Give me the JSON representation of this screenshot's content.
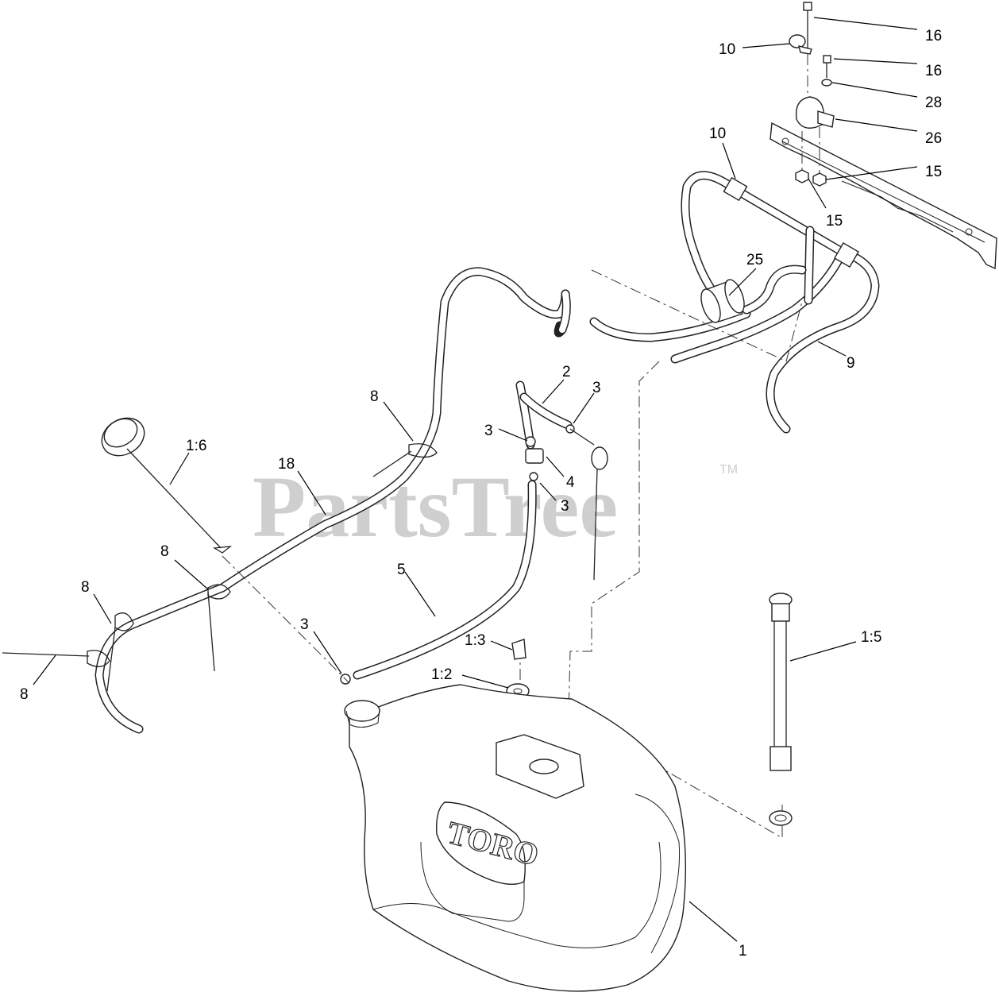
{
  "watermark": {
    "text": "PartsTree",
    "trademark": "TM"
  },
  "tank_logo": "TORO",
  "callouts": [
    {
      "id": "c16a",
      "text": "16"
    },
    {
      "id": "c10a",
      "text": "10"
    },
    {
      "id": "c16b",
      "text": "16"
    },
    {
      "id": "c28",
      "text": "28"
    },
    {
      "id": "c26",
      "text": "26"
    },
    {
      "id": "c10b",
      "text": "10"
    },
    {
      "id": "c15a",
      "text": "15"
    },
    {
      "id": "c15b",
      "text": "15"
    },
    {
      "id": "c25",
      "text": "25"
    },
    {
      "id": "c9",
      "text": "9"
    },
    {
      "id": "c2",
      "text": "2"
    },
    {
      "id": "c3a",
      "text": "3"
    },
    {
      "id": "c3b",
      "text": "3"
    },
    {
      "id": "c4",
      "text": "4"
    },
    {
      "id": "c3c",
      "text": "3"
    },
    {
      "id": "c8a",
      "text": "8"
    },
    {
      "id": "c1_6",
      "text": "1:6"
    },
    {
      "id": "c18",
      "text": "18"
    },
    {
      "id": "c8b",
      "text": "8"
    },
    {
      "id": "c8c",
      "text": "8"
    },
    {
      "id": "c8d",
      "text": "8"
    },
    {
      "id": "c5",
      "text": "5"
    },
    {
      "id": "c3d",
      "text": "3"
    },
    {
      "id": "c1_3",
      "text": "1:3"
    },
    {
      "id": "c1_2",
      "text": "1:2"
    },
    {
      "id": "c1_5",
      "text": "1:5"
    },
    {
      "id": "c1",
      "text": "1"
    }
  ]
}
